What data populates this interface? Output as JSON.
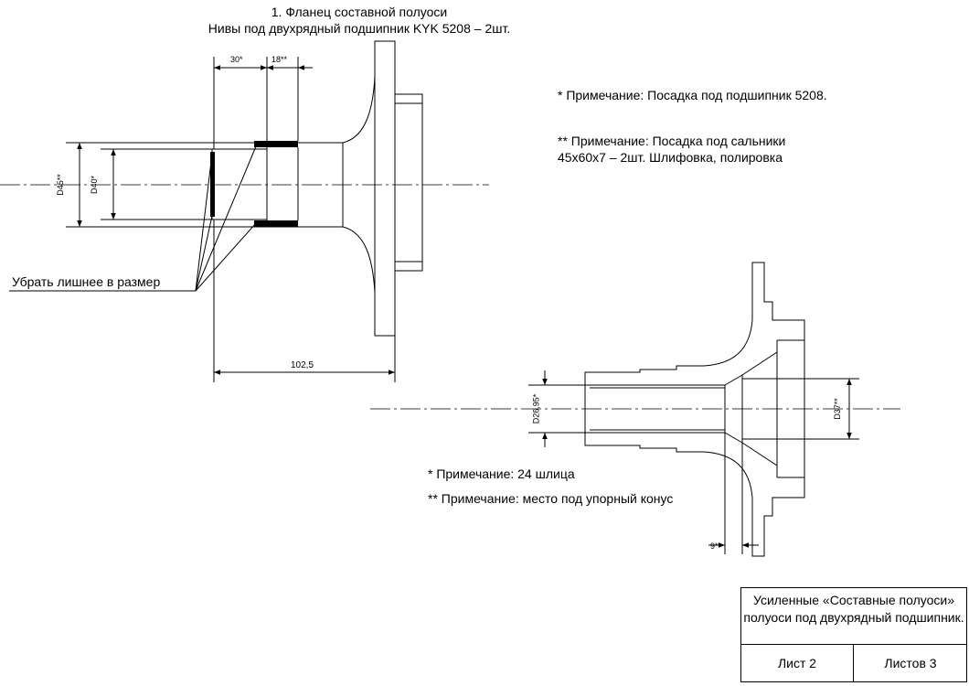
{
  "header": {
    "title_line1": "1. Фланец составной полуоси",
    "title_line2": "Нивы под двухрядный подшипник KYK 5208 – 2шт."
  },
  "part1": {
    "notes": [
      "* Примечание: Посадка под подшипник 5208.",
      "** Примечание: Посадка под сальники",
      "45x60x7 – 2шт. Шлифовка, полировка"
    ],
    "callout": "Убрать лишнее в размер",
    "dims": {
      "d30": "30*",
      "d18": "18**",
      "d45": "D45**",
      "d40": "D40*",
      "len": "102,5"
    }
  },
  "part2": {
    "notes": [
      "* Примечание: 24 шлица",
      "** Примечание: место под упорный конус"
    ],
    "dims": {
      "d2695": "D26,95*",
      "d37": "D37**",
      "d9": "9**"
    }
  },
  "title_block": {
    "name": "Усиленные «Составные полуоси» полуоси под двухрядный подшипник.",
    "sheet": "Лист 2",
    "sheets": "Листов 3"
  }
}
